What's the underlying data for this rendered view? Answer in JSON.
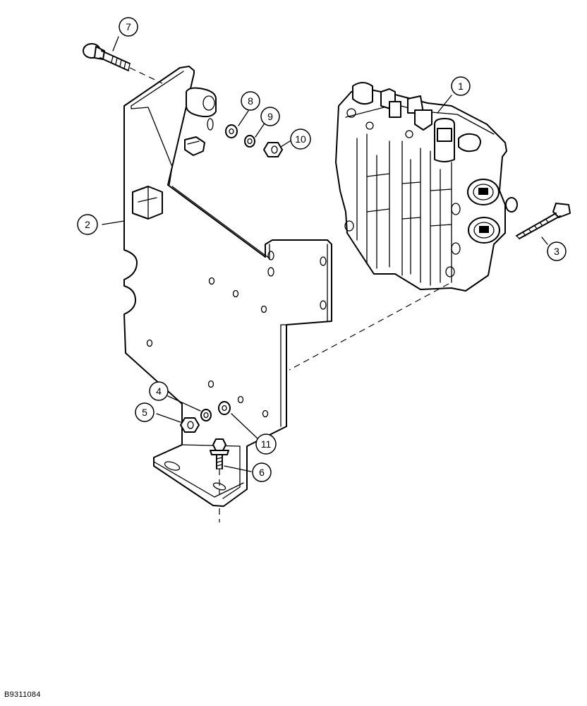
{
  "figure": {
    "reference_code": "B9311084"
  },
  "callouts": [
    {
      "id": "1",
      "label": "1",
      "part": "control-valve"
    },
    {
      "id": "2",
      "label": "2",
      "part": "mounting-bracket"
    },
    {
      "id": "3",
      "label": "3",
      "part": "valve-bolt"
    },
    {
      "id": "4",
      "label": "4",
      "part": "lock-washer-lower"
    },
    {
      "id": "5",
      "label": "5",
      "part": "nut-lower"
    },
    {
      "id": "6",
      "label": "6",
      "part": "flange-bolt-lower"
    },
    {
      "id": "7",
      "label": "7",
      "part": "carriage-bolt-upper"
    },
    {
      "id": "8",
      "label": "8",
      "part": "flat-washer-upper"
    },
    {
      "id": "9",
      "label": "9",
      "part": "lock-washer-upper"
    },
    {
      "id": "10",
      "label": "10",
      "part": "nut-upper"
    },
    {
      "id": "11",
      "label": "11",
      "part": "flat-washer-lower"
    }
  ]
}
